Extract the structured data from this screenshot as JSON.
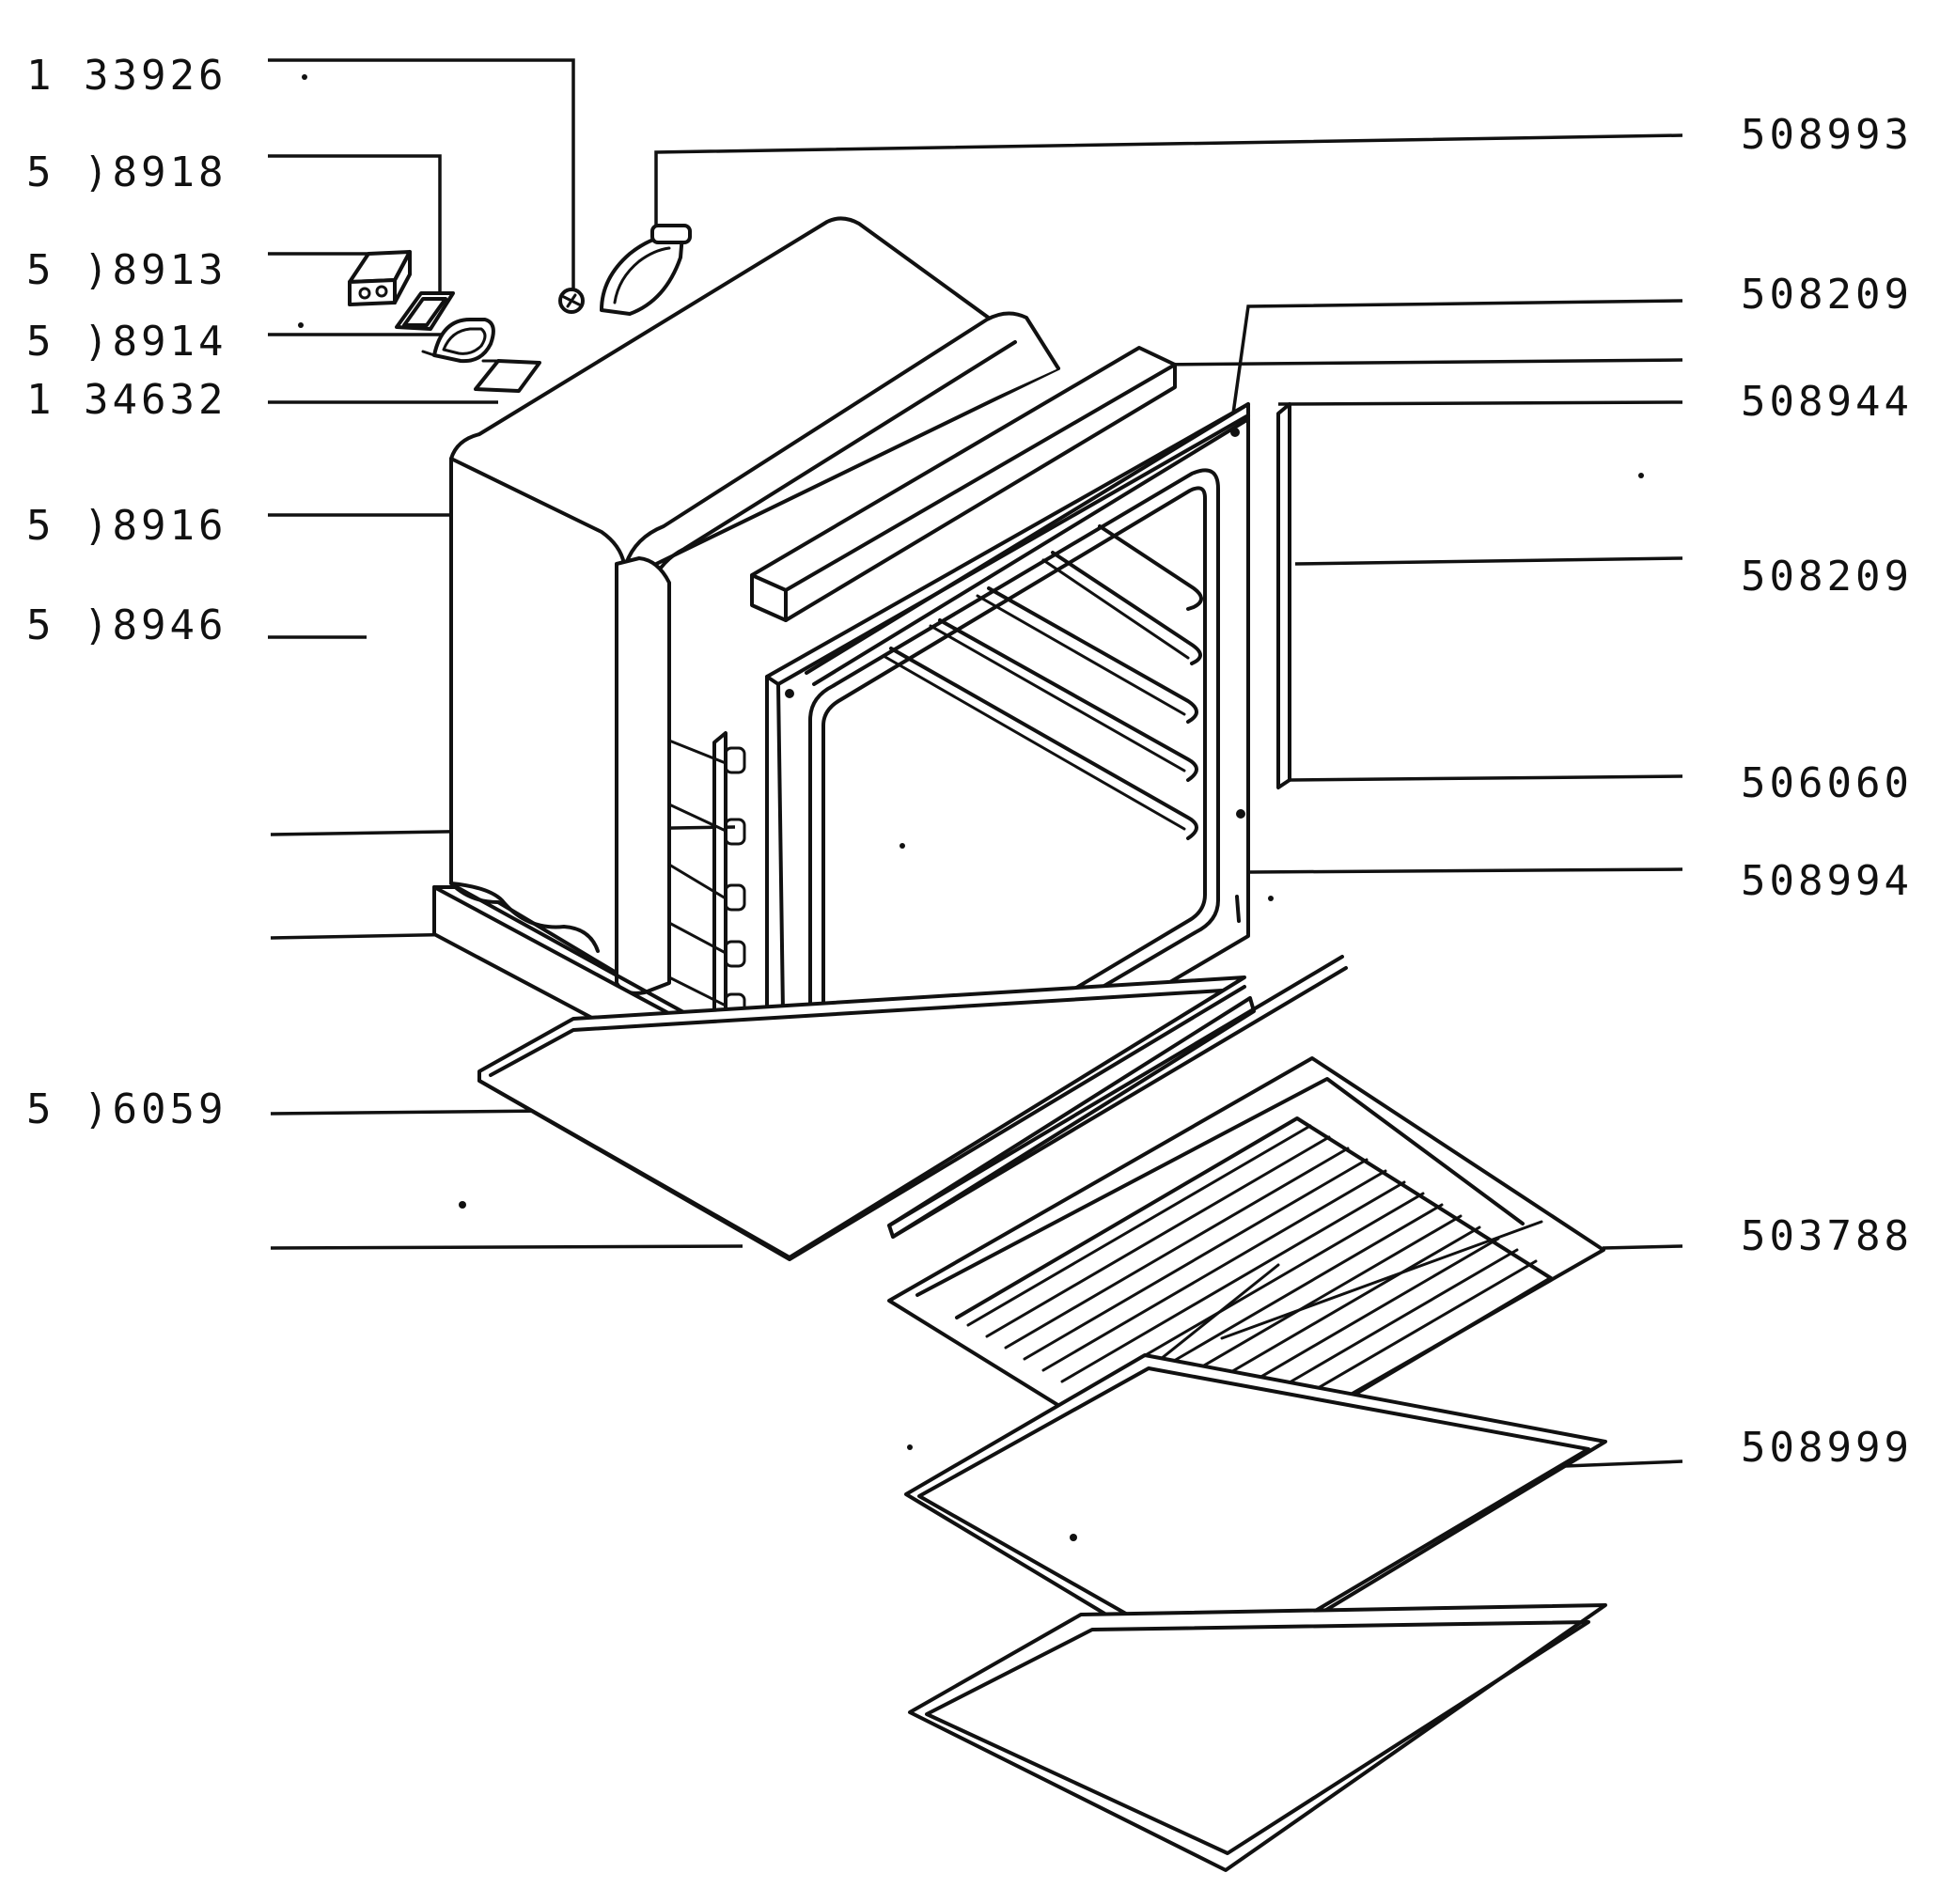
{
  "left_labels": [
    "1 33926",
    "5 )8918",
    "5 )8913",
    "5 )8914",
    "1 34632",
    "5 )8916",
    "5 )8946",
    "5 )6059"
  ],
  "right_labels": [
    "508993",
    "508209",
    "508944",
    "508209",
    "506060",
    "508994",
    "503788",
    "508999"
  ]
}
